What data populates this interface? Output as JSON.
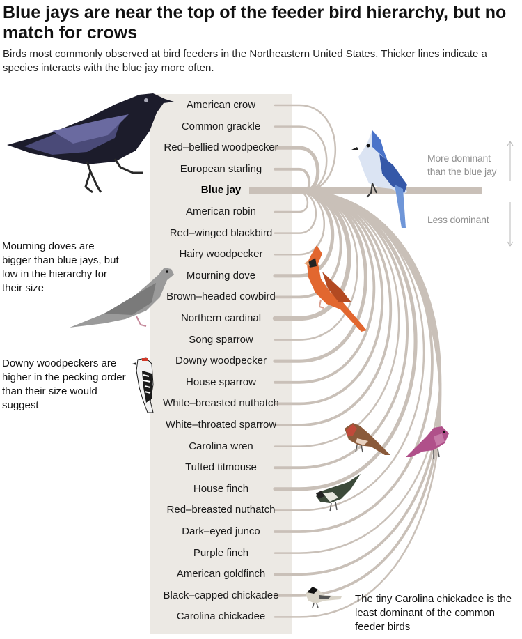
{
  "headline": "Blue jays are near the top of the feeder bird hierarchy, but no match for crows",
  "subhead": "Birds most commonly observed at bird feeders in the Northeastern United States. Thicker lines indicate a species interacts with the blue jay more often.",
  "focal_species": "Blue jay",
  "species": [
    {
      "name": "American crow",
      "interaction_weight": 1
    },
    {
      "name": "Common grackle",
      "interaction_weight": 1
    },
    {
      "name": "Red–bellied woodpecker",
      "interaction_weight": 3
    },
    {
      "name": "European starling",
      "interaction_weight": 2
    },
    {
      "name": "Blue jay",
      "focal": true
    },
    {
      "name": "American robin",
      "interaction_weight": 1
    },
    {
      "name": "Red–winged blackbird",
      "interaction_weight": 1
    },
    {
      "name": "Hairy woodpecker",
      "interaction_weight": 1
    },
    {
      "name": "Mourning dove",
      "interaction_weight": 3
    },
    {
      "name": "Brown–headed cowbird",
      "interaction_weight": 2
    },
    {
      "name": "Northern cardinal",
      "interaction_weight": 4
    },
    {
      "name": "Song sparrow",
      "interaction_weight": 1
    },
    {
      "name": "Downy woodpecker",
      "interaction_weight": 3
    },
    {
      "name": "House sparrow",
      "interaction_weight": 2
    },
    {
      "name": "White–breasted nuthatch",
      "interaction_weight": 2
    },
    {
      "name": "White–throated sparrow",
      "interaction_weight": 2
    },
    {
      "name": "Carolina wren",
      "interaction_weight": 1
    },
    {
      "name": "Tufted titmouse",
      "interaction_weight": 2
    },
    {
      "name": "House finch",
      "interaction_weight": 3
    },
    {
      "name": "Red–breasted nuthatch",
      "interaction_weight": 1
    },
    {
      "name": "Dark–eyed junco",
      "interaction_weight": 2
    },
    {
      "name": "Purple finch",
      "interaction_weight": 1
    },
    {
      "name": "American goldfinch",
      "interaction_weight": 2
    },
    {
      "name": "Black–capped chickadee",
      "interaction_weight": 2
    },
    {
      "name": "Carolina chickadee",
      "interaction_weight": 1
    }
  ],
  "scale": {
    "more_dominant": "More dominant than the blue jay",
    "less_dominant": "Less dominant"
  },
  "annotations": {
    "mourning_dove": "Mourning doves are bigger than blue jays, but low in the hierarchy for their size",
    "downy_woodpecker": "Downy woodpeckers are higher in the pecking order than their size would suggest",
    "chickadee": "The tiny Carolina chickadee is the least dominant of the common feeder birds"
  },
  "colors": {
    "arc": "#c9c0b8",
    "column_background": "#ece9e4",
    "scale_text": "#8f8f8f",
    "blue_jay": "#4a73c9",
    "cardinal": "#e2672f",
    "crow": "#1c1c2b"
  }
}
